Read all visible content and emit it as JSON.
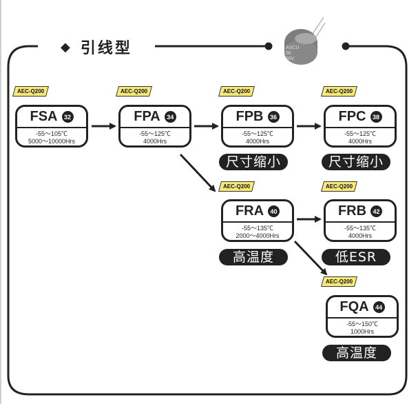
{
  "section": {
    "title": "引线型",
    "bullet_icon": "diamond-icon",
    "image": "capacitor-icon",
    "capacitor_label": [
      "ASCU",
      "56",
      "30V"
    ]
  },
  "colors": {
    "badge": "#f7e97a",
    "line": "#222222",
    "pill": "#222222"
  },
  "badge_text": "AEC-Q200",
  "nodes": [
    {
      "name": "FSA",
      "page": "32",
      "temp": "-55～105℃",
      "life": "5000～10000Hrs",
      "badge": "AEC-Q200"
    },
    {
      "name": "FPA",
      "page": "34",
      "temp": "-55～125℃",
      "life": "4000Hrs",
      "badge": "AEC-Q200"
    },
    {
      "name": "FPB",
      "page": "36",
      "temp": "-55～125℃",
      "life": "4000Hrs",
      "badge": "AEC-Q200",
      "feature": "尺寸缩小"
    },
    {
      "name": "FPC",
      "page": "38",
      "temp": "-55～125℃",
      "life": "4000Hrs",
      "badge": "AEC-Q200",
      "feature": "尺寸缩小"
    },
    {
      "name": "FRA",
      "page": "40",
      "temp": "-55～135℃",
      "life": "2000～4000Hrs",
      "badge": "AEC-Q200",
      "feature": "高温度"
    },
    {
      "name": "FRB",
      "page": "42",
      "temp": "-55～135℃",
      "life": "4000Hrs",
      "badge": "AEC-Q200",
      "feature": "低ESR"
    },
    {
      "name": "FQA",
      "page": "44",
      "temp": "-55～150℃",
      "life": "1000Hrs",
      "badge": "AEC-Q200",
      "feature": "高温度"
    }
  ],
  "edges": [
    {
      "from": "FSA",
      "to": "FPA"
    },
    {
      "from": "FPA",
      "to": "FPB"
    },
    {
      "from": "FPB",
      "to": "FPC"
    },
    {
      "from": "FPA",
      "to": "FRA"
    },
    {
      "from": "FRA",
      "to": "FRB"
    },
    {
      "from": "FRA",
      "to": "FQA"
    }
  ]
}
